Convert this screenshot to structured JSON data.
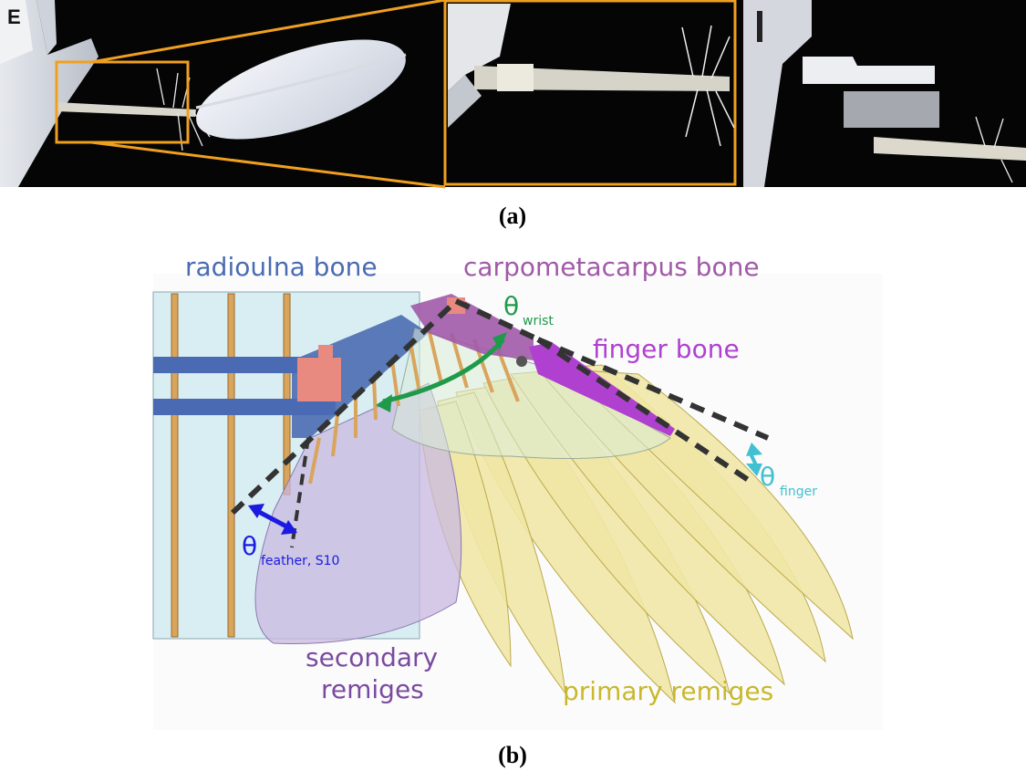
{
  "panel_a": {
    "corner_letter": "E",
    "caption": "(a)"
  },
  "panel_b": {
    "caption": "(b)",
    "labels": {
      "radioulna": "radioulna bone",
      "carpometacarpus": "carpometacarpus bone",
      "finger": "finger bone",
      "secondary_line1": "secondary",
      "secondary_line2": "remiges",
      "primary": "primary remiges"
    },
    "angles": {
      "wrist_symbol": "θ",
      "wrist_sub": "wrist",
      "finger_symbol": "θ",
      "finger_sub": "finger",
      "feather_symbol": "θ",
      "feather_sub": "feather, S10"
    }
  },
  "colors": {
    "radioulna": "#4a6bb3",
    "carpometacarpus": "#a05aa8",
    "finger": "#b040d0",
    "secondary": "#7a4aa0",
    "primary": "#c8b82a",
    "wrist_angle": "#1e9a4a",
    "finger_angle": "#40c0d0",
    "feather_angle": "#1a1ae0",
    "highlight_box": "#f0a020"
  }
}
